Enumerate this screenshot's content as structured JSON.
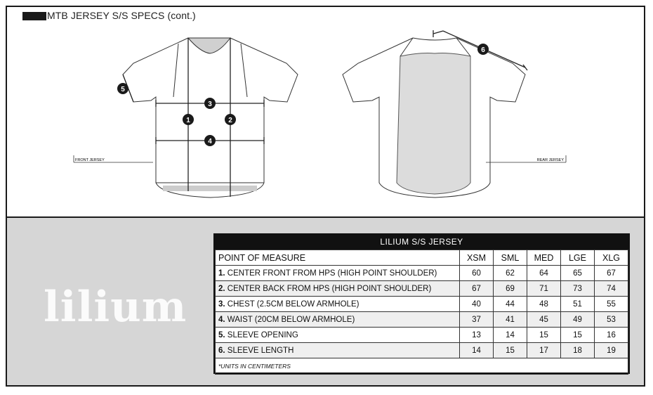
{
  "header": {
    "title": "MTB JERSEY S/S SPECS (cont.)"
  },
  "drawing": {
    "front_label": "FRONT JERSEY",
    "rear_label": "REAR JERSEY",
    "markers": [
      "1",
      "2",
      "3",
      "4",
      "5",
      "6"
    ]
  },
  "brand": {
    "logo_text": "lilium"
  },
  "size_table": {
    "title": "LILIUM S/S JERSEY",
    "header": [
      "POINT OF MEASURE",
      "XSM",
      "SML",
      "MED",
      "LGE",
      "XLG"
    ],
    "rows": [
      {
        "num": "1.",
        "label": "CENTER FRONT FROM HPS (HIGH POINT SHOULDER)",
        "values": [
          "60",
          "62",
          "64",
          "65",
          "67"
        ]
      },
      {
        "num": "2.",
        "label": "CENTER BACK FROM HPS (HIGH POINT SHOULDER)",
        "values": [
          "67",
          "69",
          "71",
          "73",
          "74"
        ]
      },
      {
        "num": "3.",
        "label": "CHEST (2.5CM BELOW ARMHOLE)",
        "values": [
          "40",
          "44",
          "48",
          "51",
          "55"
        ]
      },
      {
        "num": "4.",
        "label": "WAIST (20CM BELOW ARMHOLE)",
        "values": [
          "37",
          "41",
          "45",
          "49",
          "53"
        ]
      },
      {
        "num": "5.",
        "label": "SLEEVE OPENING",
        "values": [
          "13",
          "14",
          "15",
          "15",
          "16"
        ]
      },
      {
        "num": "6.",
        "label": "SLEEVE LENGTH",
        "values": [
          "14",
          "15",
          "17",
          "18",
          "19"
        ]
      }
    ],
    "note": "*UNITS IN CENTIMETERS"
  }
}
